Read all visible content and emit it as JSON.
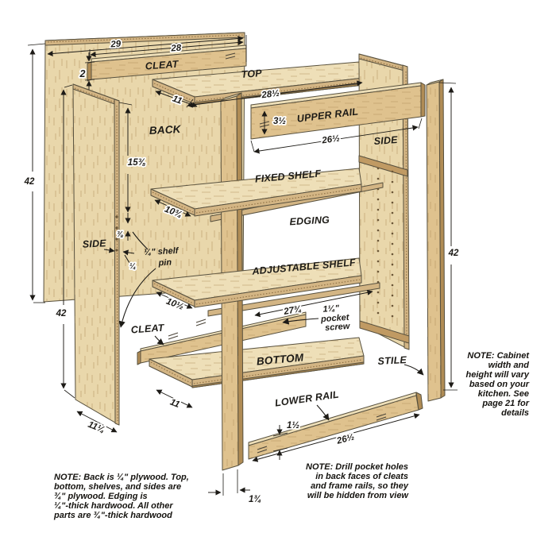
{
  "parts": {
    "back": "BACK",
    "side_left": "SIDE",
    "side_right": "SIDE",
    "top": "TOP",
    "cleat_top": "CLEAT",
    "cleat_bottom": "CLEAT",
    "upper_rail": "UPPER RAIL",
    "fixed_shelf": "FIXED SHELF",
    "edging": "EDGING",
    "adjustable_shelf": "ADJUSTABLE SHELF",
    "bottom": "BOTTOM",
    "lower_rail": "LOWER RAIL",
    "stile": "STILE"
  },
  "dimensions": {
    "back_width": "29",
    "cleat_length": "28",
    "cleat_thickness": "2",
    "back_height": "42",
    "side_height": "42",
    "stile_height": "42",
    "top_depth": "11",
    "top_width": "28½",
    "upper_rail_width": "3½",
    "upper_rail_length": "26½",
    "pin_area_height": "15⅜",
    "fixed_shelf_depth": "10¾",
    "pin_hole_spacing": "⅜",
    "pin_hole_size": "¼",
    "adjustable_shelf_depth": "10½",
    "lower_cleat_length": "27¾",
    "bottom_depth": "11",
    "side_bottom_depth": "11¼",
    "lower_rail_width": "1½",
    "lower_rail_length": "26½",
    "stile_width": "1¾"
  },
  "callouts": {
    "shelf_pin_line1": "¼\" shelf",
    "shelf_pin_line2": "pin",
    "pocket_screw_line1": "1¼\"",
    "pocket_screw_line2": "pocket",
    "pocket_screw_line3": "screw"
  },
  "notes": {
    "materials_lines": [
      "NOTE: Back is ¼\" plywood. Top,",
      "bottom, shelves, and sides are",
      "¾\" plywood. Edging is",
      "¼\"-thick hardwood. All other",
      "parts are ¾\"-thick hardwood"
    ],
    "pocket_holes_lines": [
      "NOTE: Drill pocket holes",
      "in back faces of cleats",
      "and frame rails, so they",
      "will be hidden from view"
    ],
    "sizing_lines": [
      "NOTE: Cabinet",
      "width and",
      "height will vary",
      "based on your",
      "kitchen. See",
      "page 21 for",
      "details"
    ]
  },
  "colors": {
    "background": "#ffffff",
    "wood_panel": "#e9d7ab",
    "wood_board": "#dfc28e",
    "wood_edge": "#d3b584",
    "wood_dark_edge": "#b08c55",
    "grain": "#b2945f",
    "outline": "#57503e",
    "text": "#1d1b17"
  }
}
